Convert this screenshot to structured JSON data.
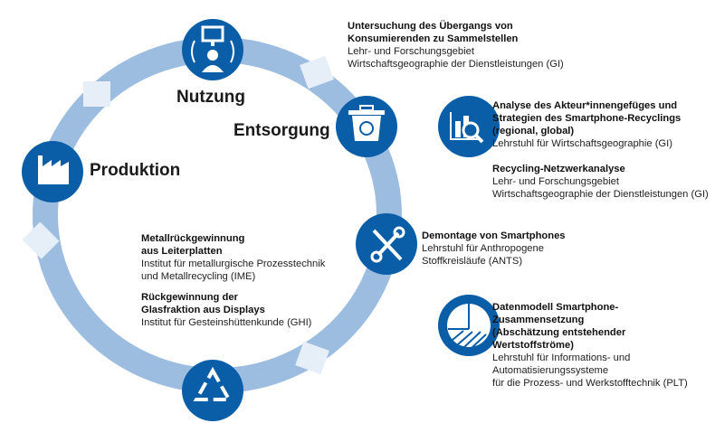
{
  "colors": {
    "ring": "#9dbde0",
    "icon": "#0a5ea8",
    "arrow": "#e6eef8"
  },
  "stages": {
    "nutzung": "Nutzung",
    "entsorgung": "Entsorgung",
    "produktion": "Produktion"
  },
  "blocks": [
    {
      "title": [
        "Untersuchung des Übergangs von",
        "Konsumierenden zu Sammelstellen"
      ],
      "sub": [
        "Lehr- und Forschungsgebiet",
        "Wirtschaftsgeographie der Dienstleistungen (GI)"
      ]
    },
    {
      "title": [
        "Analyse des Akteur*innengefüges und",
        "Strategien des Smartphone-Recyclings",
        "(regional, global)"
      ],
      "sub": [
        "Lehrstuhl für Wirtschaftsgeographie (GI)"
      ]
    },
    {
      "title": [
        "Recycling-Netzwerkanalyse"
      ],
      "sub": [
        "Lehr- und Forschungsgebiet",
        "Wirtschaftsgeographie der Dienstleistungen (GI)"
      ]
    },
    {
      "title": [
        "Demontage von Smartphones"
      ],
      "sub": [
        "Lehrstuhl für Anthropogene",
        "Stoffkreisläufe (ANTS)"
      ]
    },
    {
      "title": [
        "Datenmodell Smartphone-",
        "Zusammensetzung",
        "(Abschätzung entstehender",
        "Wertstoffströme)"
      ],
      "sub": [
        "Lehrstuhl für Informations- und",
        "Automatisierungssysteme",
        "für die Prozess- und Werkstofftechnik (PLT)"
      ]
    },
    {
      "title": [
        "Metallrückgewinnung",
        "aus Leiterplatten"
      ],
      "sub": [
        "Institut für metallurgische Prozesstechnik",
        "und Metallrecycling (IME)"
      ]
    },
    {
      "title": [
        "Rückgewinnung der",
        "Glasfraktion aus Displays"
      ],
      "sub": [
        "Institut für Gesteinshüttenkunde (GHI)"
      ]
    }
  ]
}
